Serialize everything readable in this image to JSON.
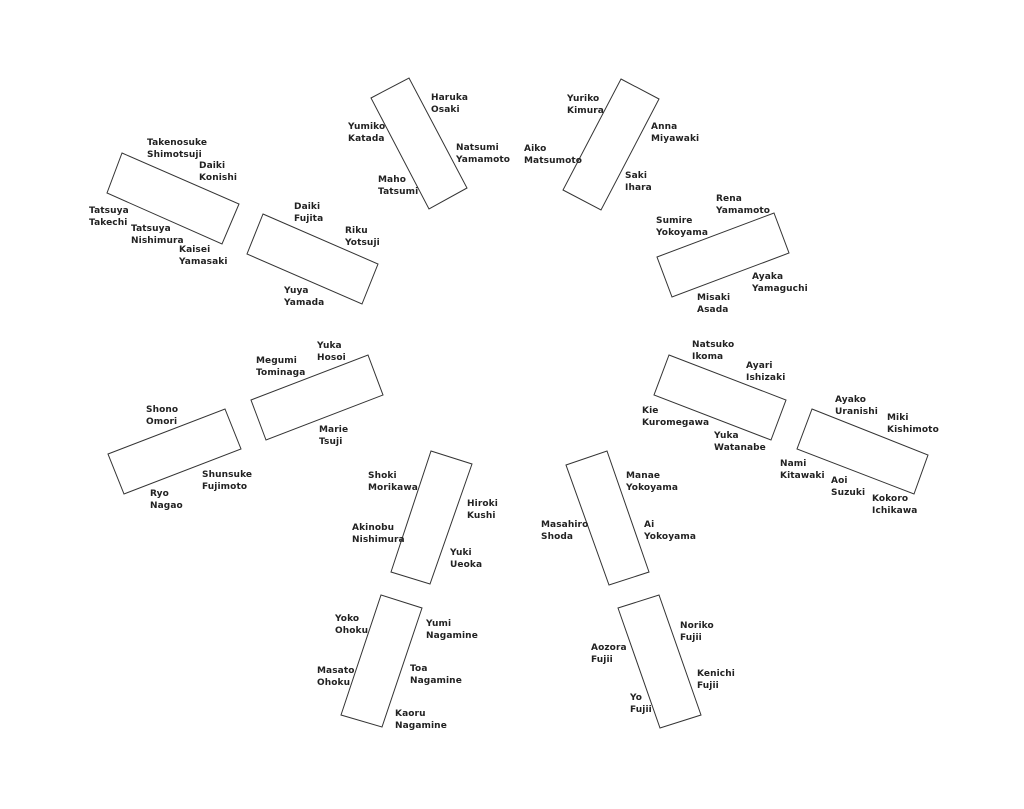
{
  "tables": [
    {
      "guests": [
        [
          "Takenosuke",
          "Shimotsuji"
        ],
        [
          "Daiki",
          "Konishi"
        ],
        [
          "Tatsuya",
          "Takechi"
        ],
        [
          "Tatsuya",
          "Nishimura"
        ],
        [
          "Kaisei",
          "Yamasaki"
        ]
      ]
    },
    {
      "guests": [
        [
          "Daiki",
          "Fujita"
        ],
        [
          "Riku",
          "Yotsuji"
        ],
        [
          "Yuya",
          "Yamada"
        ]
      ]
    },
    {
      "guests": [
        [
          "Yumiko",
          "Katada"
        ],
        [
          "Haruka",
          "Osaki"
        ],
        [
          "Natsumi",
          "Yamamoto"
        ],
        [
          "Maho",
          "Tatsumi"
        ]
      ]
    },
    {
      "guests": [
        [
          "Yuriko",
          "Kimura"
        ],
        [
          "Anna",
          "Miyawaki"
        ],
        [
          "Aiko",
          "Matsumoto"
        ],
        [
          "Saki",
          "Ihara"
        ]
      ]
    },
    {
      "guests": [
        [
          "Rena",
          "Yamamoto"
        ],
        [
          "Sumire",
          "Yokoyama"
        ],
        [
          "Ayaka",
          "Yamaguchi"
        ],
        [
          "Misaki",
          "Asada"
        ]
      ]
    },
    {
      "guests": [
        [
          "Megumi",
          "Tominaga"
        ],
        [
          "Yuka",
          "Hosoi"
        ],
        [
          "Marie",
          "Tsuji"
        ]
      ]
    },
    {
      "guests": [
        [
          "Shono",
          "Omori"
        ],
        [
          "Shunsuke",
          "Fujimoto"
        ],
        [
          "Ryo",
          "Nagao"
        ]
      ]
    },
    {
      "guests": [
        [
          "Natsuko",
          "Ikoma"
        ],
        [
          "Ayari",
          "Ishizaki"
        ],
        [
          "Kie",
          "Kuromegawa"
        ],
        [
          "Yuka",
          "Watanabe"
        ]
      ]
    },
    {
      "guests": [
        [
          "Ayako",
          "Uranishi"
        ],
        [
          "Miki",
          "Kishimoto"
        ],
        [
          "Nami",
          "Kitawaki"
        ],
        [
          "Aoi",
          "Suzuki"
        ],
        [
          "Kokoro",
          "Ichikawa"
        ]
      ]
    },
    {
      "guests": [
        [
          "Shoki",
          "Morikawa"
        ],
        [
          "Hiroki",
          "Kushi"
        ],
        [
          "Akinobu",
          "Nishimura"
        ],
        [
          "Yuki",
          "Ueoka"
        ]
      ]
    },
    {
      "guests": [
        [
          "Manae",
          "Yokoyama"
        ],
        [
          "Masahiro",
          "Shoda"
        ],
        [
          "Ai",
          "Yokoyama"
        ]
      ]
    },
    {
      "guests": [
        [
          "Yoko",
          "Ohoku"
        ],
        [
          "Yumi",
          "Nagamine"
        ],
        [
          "Masato",
          "Ohoku"
        ],
        [
          "Toa",
          "Nagamine"
        ],
        [
          "Kaoru",
          "Nagamine"
        ]
      ]
    },
    {
      "guests": [
        [
          "Noriko",
          "Fujii"
        ],
        [
          "Aozora",
          "Fujii"
        ],
        [
          "Kenichi",
          "Fujii"
        ],
        [
          "Yo",
          "Fujii"
        ]
      ]
    }
  ]
}
